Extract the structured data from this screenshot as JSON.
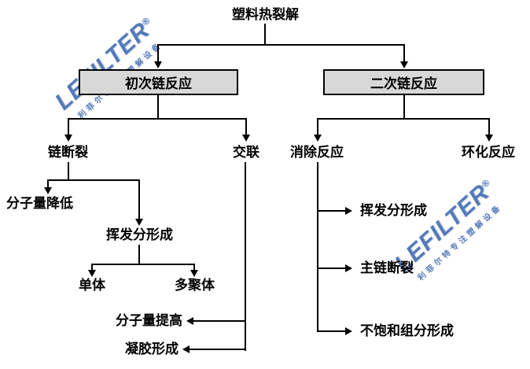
{
  "diagram": {
    "title": "塑料热裂解",
    "level1": {
      "primary": "初次链反应",
      "secondary": "二次链反应"
    },
    "primary_branch": {
      "chain_scission": "链断裂",
      "crosslinking": "交联",
      "mw_decrease": "分子量降低",
      "volatile_formation": "挥发分形成",
      "monomer": "单体",
      "oligomer": "多聚体",
      "mw_increase": "分子量提高",
      "gel_formation": "凝胶形成"
    },
    "secondary_branch": {
      "elimination": "消除反应",
      "cyclization": "环化反应",
      "volatile_formation": "挥发分形成",
      "main_chain_scission": "主链断裂",
      "unsaturated_formation": "不饱和组分形成"
    }
  },
  "watermark": {
    "brand": "LEFILTER",
    "registered": "®",
    "tagline": "利菲尔特专注塑解设备"
  },
  "colors": {
    "node_box_bg": "#d8d8d8",
    "node_box_border": "#000000",
    "connector": "#000000",
    "watermark_blue": "#2a5aa8",
    "background": "#ffffff"
  }
}
